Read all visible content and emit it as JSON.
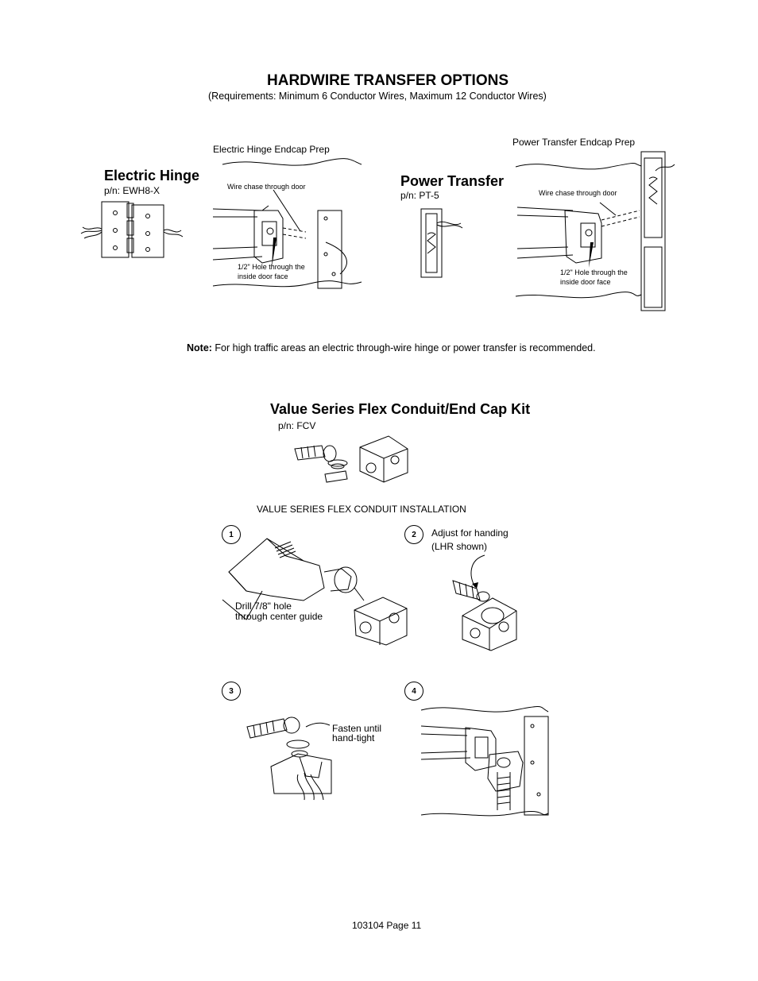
{
  "title": "HARDWIRE TRANSFER OPTIONS",
  "requirements": "(Requirements: Minimum 6 Conductor Wires, Maximum 12 Conductor Wires)",
  "electric_hinge": {
    "heading": "Electric Hinge",
    "part_number": "p/n: EWH8-X",
    "prep_label": "Electric Hinge Endcap Prep",
    "wire_chase_label": "Wire chase through door",
    "hole_label_line1": "1/2\" Hole through the",
    "hole_label_line2": "inside door face"
  },
  "power_transfer": {
    "heading": "Power Transfer",
    "part_number": "p/n: PT-5",
    "prep_label": "Power Transfer Endcap Prep",
    "wire_chase_label": "Wire chase through door",
    "hole_label_line1": "1/2\" Hole through the",
    "hole_label_line2": "inside door face"
  },
  "note": {
    "prefix": "Note:",
    "text": " For high traffic areas an electric through-wire hinge or power transfer is recommended."
  },
  "kit": {
    "heading": "Value Series Flex Conduit/End Cap Kit",
    "part_number": "p/n: FCV",
    "installation_title": "VALUE SERIES FLEX CONDUIT INSTALLATION"
  },
  "steps": [
    {
      "number": "1",
      "caption_line1": "Drill 7/8\" hole",
      "caption_line2": "through center guide"
    },
    {
      "number": "2",
      "caption_line1": "Adjust for handing",
      "caption_line2": "(LHR shown)"
    },
    {
      "number": "3",
      "caption_line1": "Fasten until",
      "caption_line2": "hand-tight"
    },
    {
      "number": "4",
      "caption_line1": "",
      "caption_line2": ""
    }
  ],
  "footer": "103104  Page 11"
}
